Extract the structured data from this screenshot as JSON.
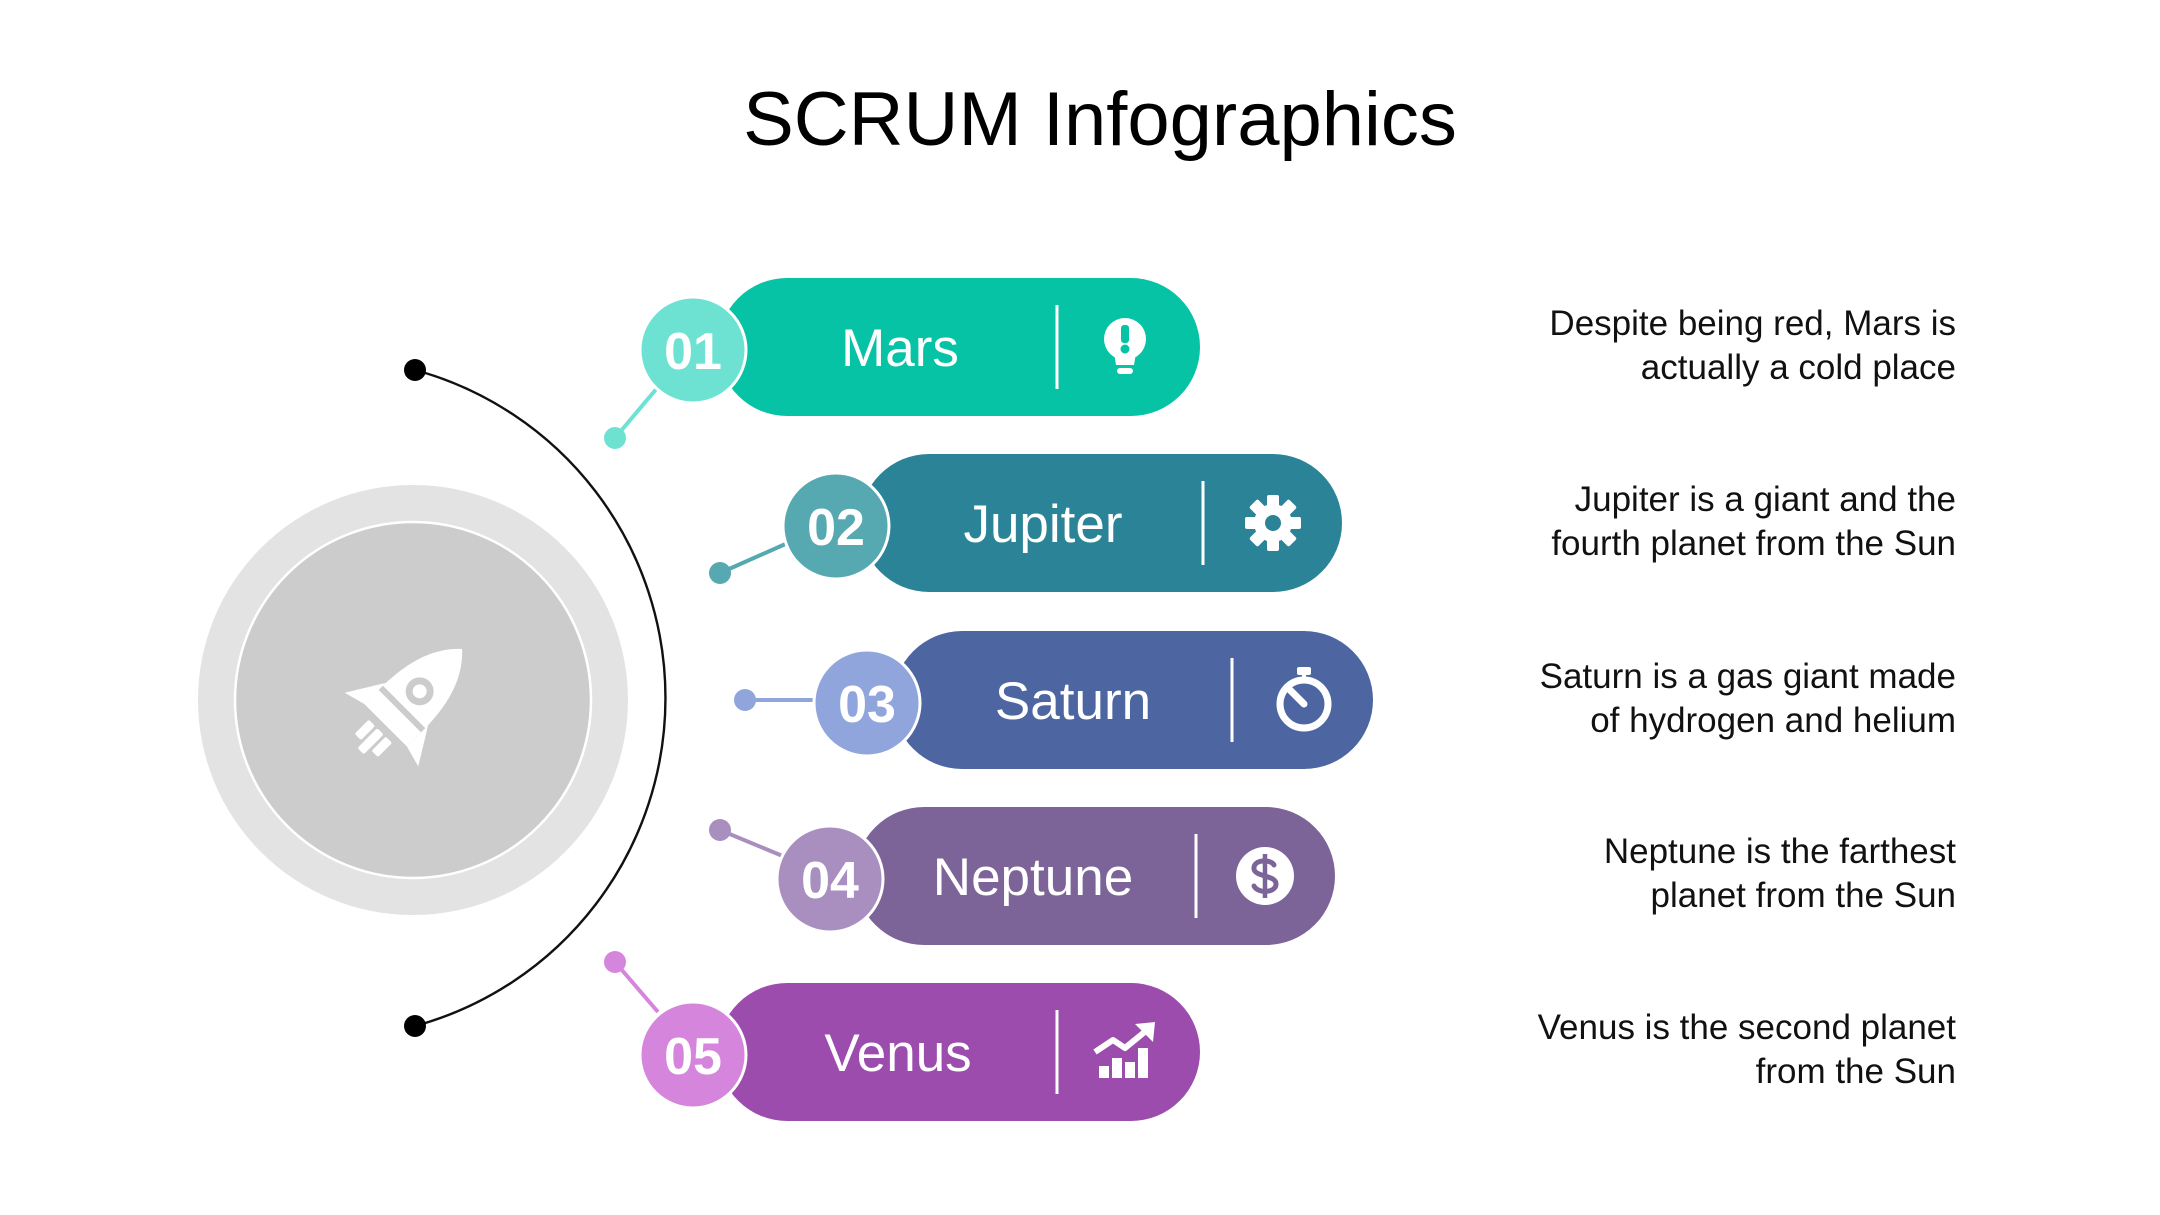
{
  "title": "SCRUM Infographics",
  "center_icon": "rocket-icon",
  "items": [
    {
      "number": "01",
      "name": "Mars",
      "description_line1": "Despite being red, Mars is",
      "description_line2": "actually a cold place",
      "icon": "lightbulb-icon",
      "color": "#06C3A5",
      "num_color": "#6EE2D2"
    },
    {
      "number": "02",
      "name": "Jupiter",
      "description_line1": "Jupiter is a giant and the",
      "description_line2": "fourth planet from the Sun",
      "icon": "gear-icon",
      "color": "#2B8397",
      "num_color": "#56A8B1"
    },
    {
      "number": "03",
      "name": "Saturn",
      "description_line1": "Saturn is a gas giant made",
      "description_line2": "of hydrogen and helium",
      "icon": "stopwatch-icon",
      "color": "#4D66A1",
      "num_color": "#8FA5DC"
    },
    {
      "number": "04",
      "name": "Neptune",
      "description_line1": "Neptune is the farthest",
      "description_line2": "planet from the Sun",
      "icon": "dollar-coin-icon",
      "color": "#7C6499",
      "num_color": "#A98FBF"
    },
    {
      "number": "05",
      "name": "Venus",
      "description_line1": "Venus is the second planet",
      "description_line2": "from the Sun",
      "icon": "growth-chart-icon",
      "color": "#9C4CAD",
      "num_color": "#D685DC"
    }
  ]
}
